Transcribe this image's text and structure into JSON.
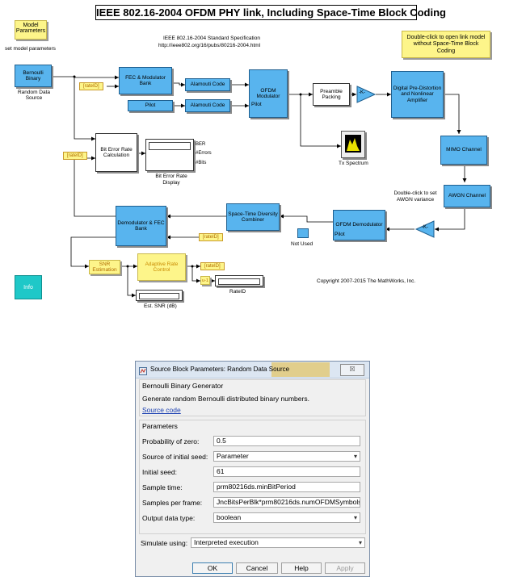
{
  "model": {
    "title": "IEEE 802.16-2004 OFDM PHY link, Including Space-Time Block Coding",
    "spec_line1": "IEEE 802.16-2004 Standard Specification",
    "spec_line2": "http://ieee802.org/16/pubs/80216-2004.html",
    "params_block": "Model Parameters",
    "params_caption": "set model parameters",
    "open_link_block": "Double-click to open link model without Space-Time Block Coding",
    "bernoulli_block": "Bernoulli Binary",
    "bernoulli_caption": "Random Data Source",
    "fec_block": "FEC & Modulator Bank",
    "alamouti1": "Alamouti Code",
    "alamouti2": "Alamouti Code",
    "pilot_block": "Pilot",
    "ofdm_mod": "OFDM Modulator",
    "ofdm_mod_pilot_port": "Pilot",
    "preamble": "Preamble Packing",
    "gain_tx": "-K-",
    "digital_block": "Digital Pre-Distortion and Nonlinear Amplifier",
    "tx_spectrum": "Tx Spectrum",
    "mimo": "MIMO Channel",
    "awgn": "AWGN Channel",
    "awgn_caption": "Double-click to set AWGN variance",
    "gain_rx": "-K-",
    "ofdm_demod": "OFDM Demodulator",
    "ofdm_demod_pilot_port": "Pilot",
    "not_used": "Not Used",
    "stdc": "Space-Time Diversity Combiner",
    "demod_fec": "Demodulator & FEC Bank",
    "ber_block": "Bit Error Rate Calculation",
    "ber_display_caption": "Bit Error Rate Display",
    "ber_labels": [
      "BER",
      "#Errors",
      "#Bits"
    ],
    "rate_tag": "[rateID]",
    "snr_block": "SNR Estimation",
    "arc_block": "Adaptive Rate Control",
    "u_minus_1": "u-1",
    "est_snr": "Est. SNR (dB)",
    "rate_id": "RateID",
    "info": "Info",
    "copyright": "Copyright 2007-2015 The MathWorks, Inc."
  },
  "dialog": {
    "title": "Source Block Parameters: Random Data Source",
    "close": "☒",
    "block_type": "Bernoulli Binary Generator",
    "description": "Generate random Bernoulli distributed binary numbers.",
    "source_link": "Source code",
    "params_header": "Parameters",
    "fields": [
      {
        "label": "Probability of zero:",
        "value": "0.5"
      },
      {
        "label": "Source of initial seed:",
        "value": "Parameter"
      },
      {
        "label": "Initial seed:",
        "value": "61"
      },
      {
        "label": "Sample time:",
        "value": "prm80216ds.minBitPeriod"
      },
      {
        "label": "Samples per frame:",
        "value": "JncBitsPerBlk*prm80216ds.numOFDMSymbols"
      },
      {
        "label": "Output data type:",
        "value": "boolean"
      }
    ],
    "simulate_label": "Simulate using:",
    "simulate_value": "Interpreted execution",
    "buttons": {
      "ok": "OK",
      "cancel": "Cancel",
      "help": "Help",
      "apply": "Apply"
    }
  }
}
